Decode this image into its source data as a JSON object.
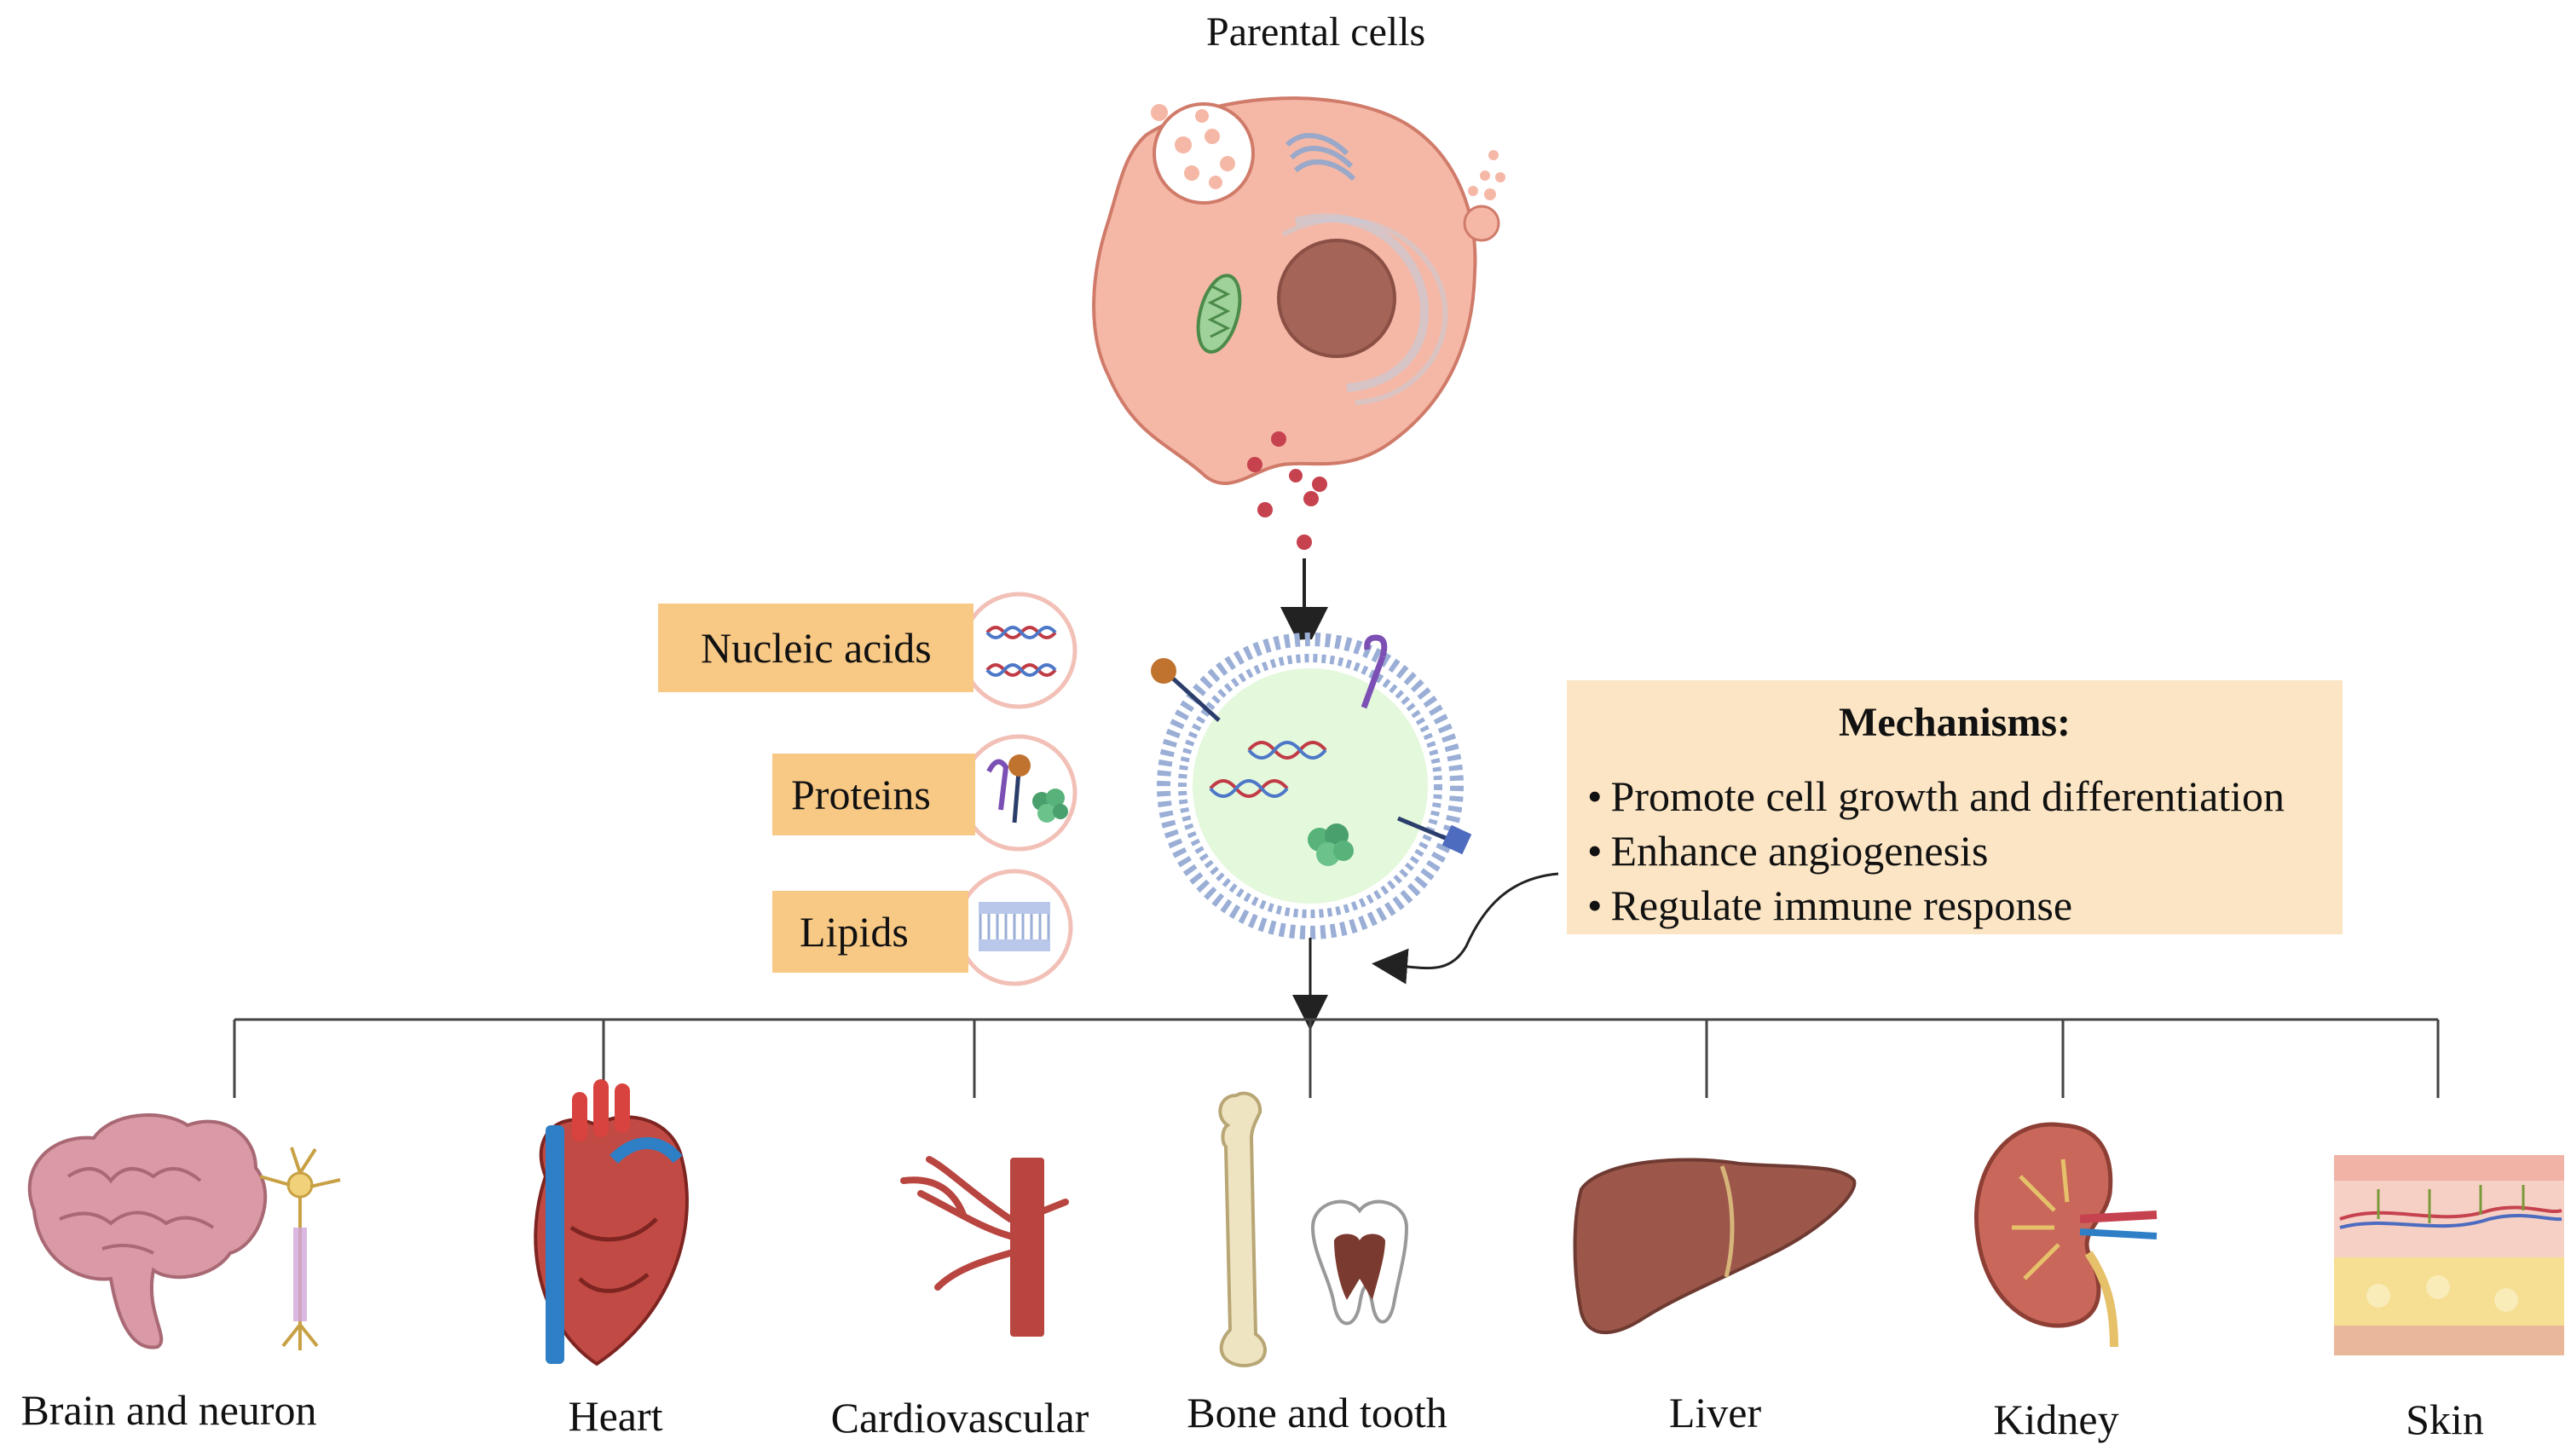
{
  "title": "Parental cells",
  "components": [
    {
      "label": "Nucleic acids",
      "icon": "dna-icon"
    },
    {
      "label": "Proteins",
      "icon": "protein-icon"
    },
    {
      "label": "Lipids",
      "icon": "lipid-bilayer-icon"
    }
  ],
  "mechanisms": {
    "title": "Mechanisms:",
    "items": [
      "Promote cell growth and differentiation",
      "Enhance angiogenesis",
      "Regulate immune response"
    ]
  },
  "targets": [
    {
      "label": "Brain and neuron",
      "icon": "brain-icon"
    },
    {
      "label": "Heart",
      "icon": "heart-icon"
    },
    {
      "label": "Cardiovascular",
      "icon": "blood-vessel-icon"
    },
    {
      "label": "Bone and tooth",
      "icon": "bone-icon"
    },
    {
      "label": "Liver",
      "icon": "liver-icon"
    },
    {
      "label": "Kidney",
      "icon": "kidney-icon"
    },
    {
      "label": "Skin",
      "icon": "skin-icon"
    }
  ],
  "colors": {
    "cell_fill": "#f5b8a6",
    "cell_stroke": "#d07b6a",
    "nucleus": "#a46458",
    "tag_fill": "#f8c985",
    "mechanism_fill": "#fbe5c4",
    "organ_red": "#b8453f",
    "vessel_blue": "#2f7fc6"
  }
}
